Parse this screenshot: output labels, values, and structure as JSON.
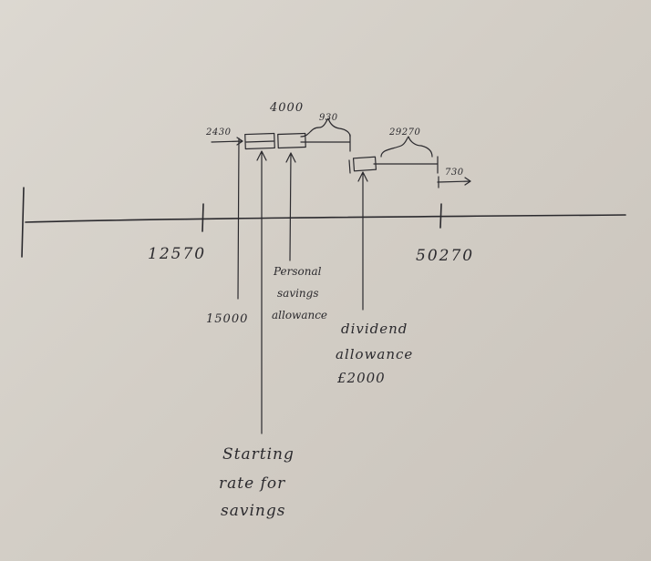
{
  "axis": {
    "tick_left": "12570",
    "tick_right": "50270"
  },
  "brackets": {
    "starting_band": "2430",
    "personal_total": "4000",
    "personal_remaining": "930",
    "dividend_remaining": "29270",
    "after_threshold": "730"
  },
  "markers": {
    "threshold_15000": "15000"
  },
  "notes": {
    "personal_savings": [
      "Personal",
      "savings",
      "allowance"
    ],
    "dividend": [
      "dividend",
      "allowance",
      "£2000"
    ],
    "starting_rate": [
      "Starting",
      "rate for",
      "savings"
    ]
  }
}
